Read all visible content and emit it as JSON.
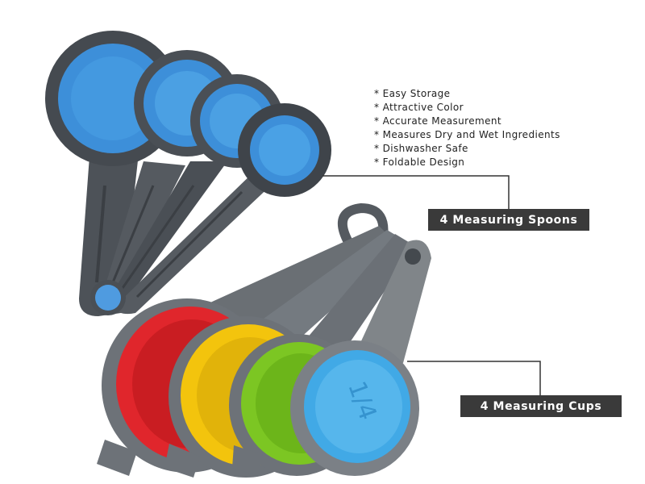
{
  "features": [
    "* Easy Storage",
    "* Attractive Color",
    "* Accurate Measurement",
    "* Measures Dry and Wet Ingredients",
    "* Dishwasher Safe",
    "* Foldable Design"
  ],
  "labels": {
    "spoons": "4 Measuring Spoons",
    "cups": "4 Measuring Cups"
  },
  "cup_marking": "1/4",
  "colors": {
    "label_bg": "#3a3a3a",
    "frame_gray": "#555a60",
    "spoon_blue": "#3d8fd9",
    "cup_red": "#e0262c",
    "cup_yellow": "#f3c40d",
    "cup_green": "#7cc623",
    "cup_blue": "#41a9e6"
  }
}
